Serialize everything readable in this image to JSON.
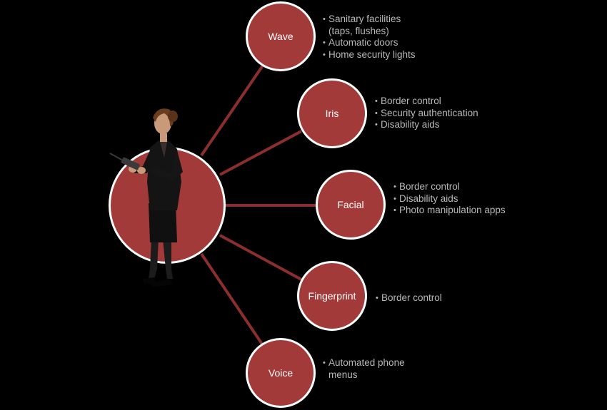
{
  "colors": {
    "node_fill": "#a33a3a",
    "node_border": "#ffffff",
    "line": "#8c2e2e",
    "bullet_text": "#b8b8b8",
    "background": "#000000"
  },
  "nodes": [
    {
      "label": "Wave",
      "bullets": [
        "Sanitary facilities\n(taps, flushes)",
        "Automatic doors",
        "Home security lights"
      ]
    },
    {
      "label": "Iris",
      "bullets": [
        "Border control",
        "Security authentication",
        "Disability aids"
      ]
    },
    {
      "label": "Facial",
      "bullets": [
        "Border control",
        "Disability aids",
        "Photo manipulation apps"
      ]
    },
    {
      "label": "Fingerprint",
      "bullets": [
        "Border control"
      ]
    },
    {
      "label": "Voice",
      "bullets": [
        "Automated phone\nmenus"
      ]
    }
  ]
}
